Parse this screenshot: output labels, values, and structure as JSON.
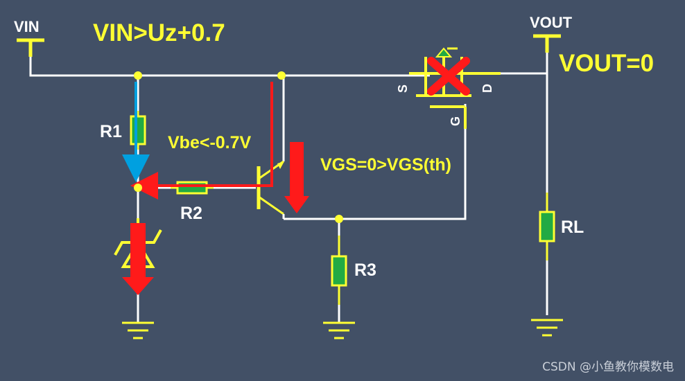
{
  "colors": {
    "background": "#425066",
    "wire": "#ffffff",
    "component_lead": "#ffff33",
    "resistor_fill": "#22aa44",
    "current_arrow_blue": "#00a0e0",
    "current_arrow_red": "#ff1a1a",
    "label_white": "#ffffff",
    "label_yellow": "#ffff33"
  },
  "labels": {
    "vin": "VIN",
    "vout": "VOUT",
    "condition_vin": "VIN>Uz+0.7",
    "condition_vout": "VOUT=0",
    "vbe": "Vbe<-0.7V",
    "vgs": "VGS=0>VGS(th)",
    "r1": "R1",
    "r2": "R2",
    "r3": "R3",
    "rl": "RL",
    "mos_source": "S",
    "mos_drain": "D",
    "mos_gate": "G"
  },
  "watermark": "CSDN @小鱼教你模数电"
}
